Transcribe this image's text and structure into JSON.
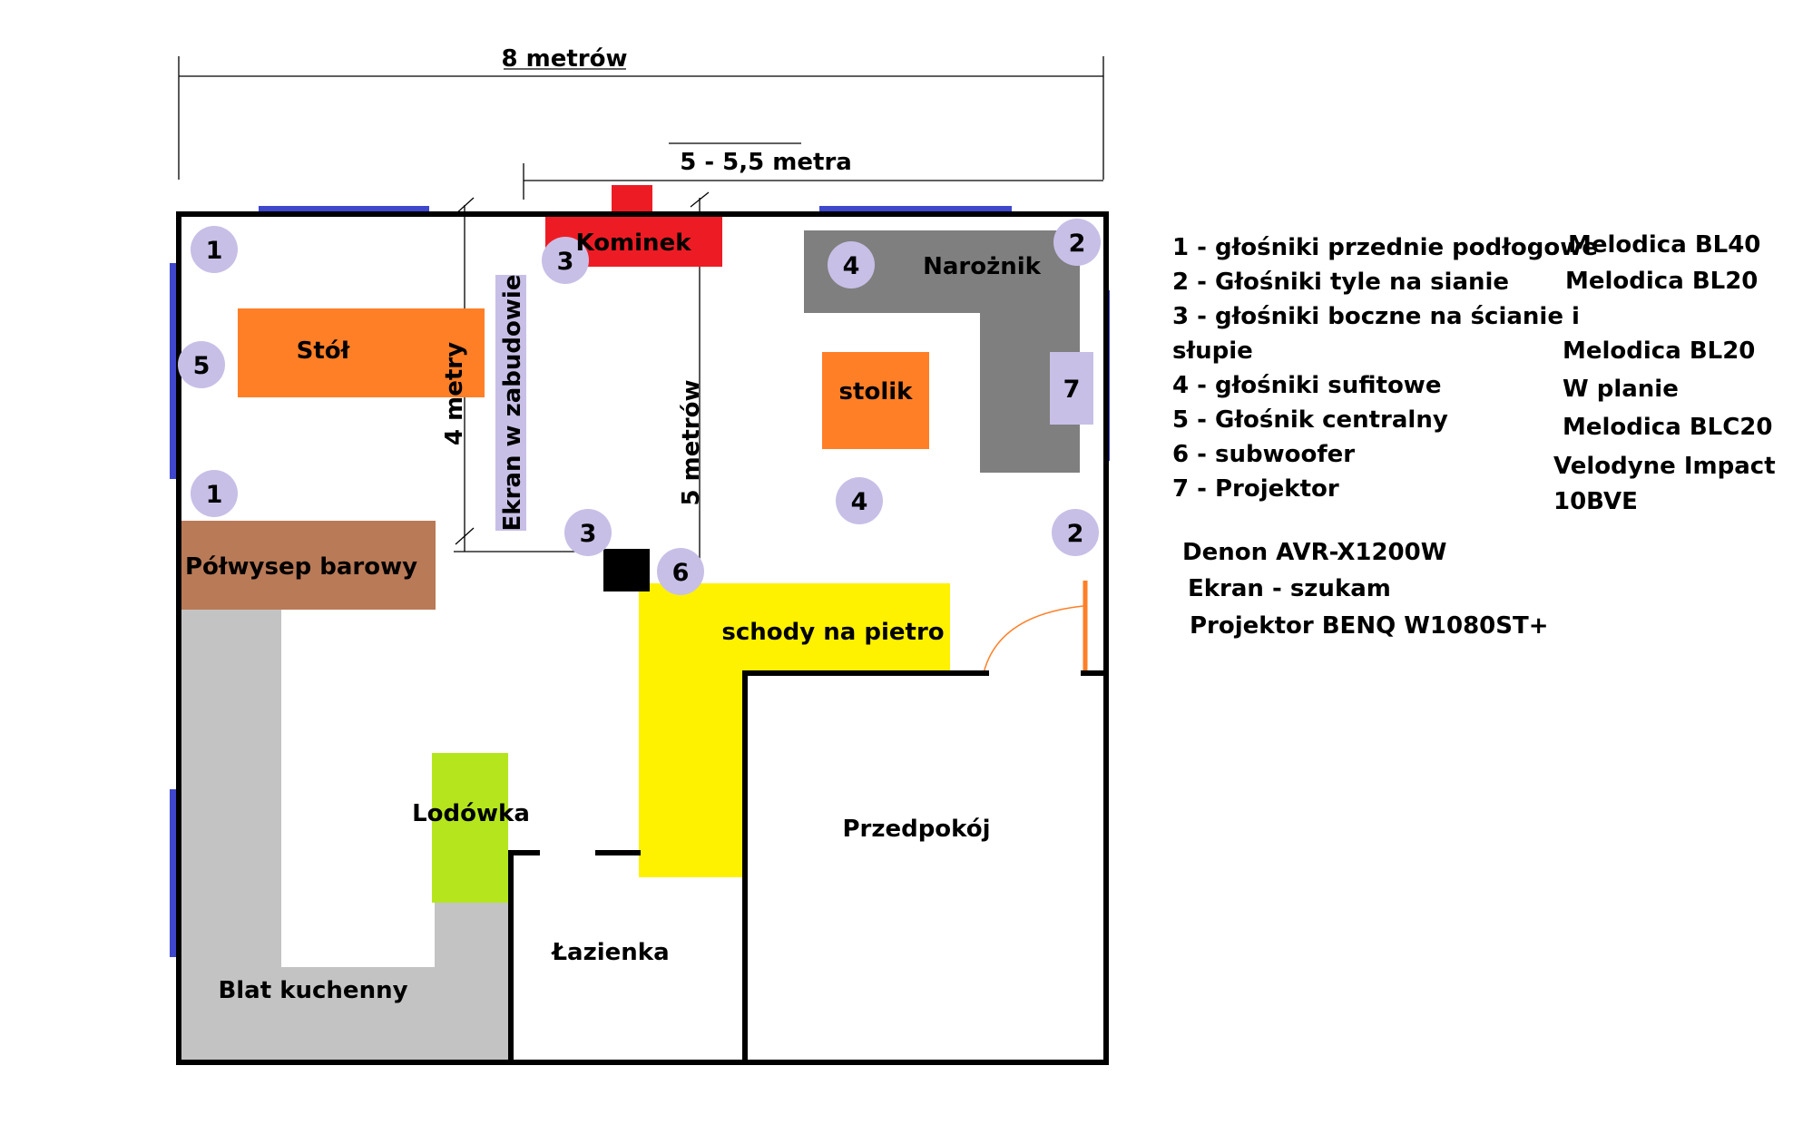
{
  "dimensions": {
    "total_width": "8 metrów",
    "inner_width": "5 - 5,5 metra",
    "depth_left": "4 metry",
    "depth_right": "5 metrów"
  },
  "rooms": {
    "fireplace": "Kominek",
    "table": "Stół",
    "screen": "Ekran w zabudowie",
    "corner_sofa": "Narożnik",
    "coffee_table": "stolik",
    "bar": "Półwysep barowy",
    "stairs": "schody na pietro",
    "fridge": "Lodówka",
    "hallway": "Przedpokój",
    "bathroom": "Łazienka",
    "kitchen_counter": "Blat kuchenny"
  },
  "markers": {
    "front_left_top": "1",
    "front_left_bottom": "1",
    "rear_right_top": "2",
    "rear_right_bottom": "2",
    "side_top": "3",
    "side_bottom": "3",
    "ceiling_top": "4",
    "ceiling_bottom": "4",
    "center": "5",
    "subwoofer": "6",
    "projector": "7"
  },
  "legend": [
    "1 - głośniki przednie podłogowe",
    "2 - Głośniki tyle na sianie",
    "3 - głośniki boczne na ścianie i",
    "słupie",
    "4 - głośniki sufitowe",
    "5 - Głośnik centralny",
    "6 - subwoofer",
    "7 - Projektor"
  ],
  "models": [
    "Melodica BL40",
    "Melodica BL20",
    "Melodica BL20",
    "W planie",
    "Melodica BLC20",
    "Velodyne Impact",
    "10BVE"
  ],
  "equipment": [
    "Denon AVR-X1200W",
    "Ekran - szukam",
    "Projektor BENQ W1080ST+"
  ],
  "colors": {
    "wall": "#000000",
    "window": "#3f48cc",
    "fireplace": "#ed1c24",
    "table": "#ff7f27",
    "sofa": "#7f7f7f",
    "bar": "#b97a57",
    "counter": "#c3c3c3",
    "fridge": "#b5e61d",
    "stairs": "#fff200",
    "marker": "#c8bfe7",
    "subwoofer": "#000000"
  }
}
